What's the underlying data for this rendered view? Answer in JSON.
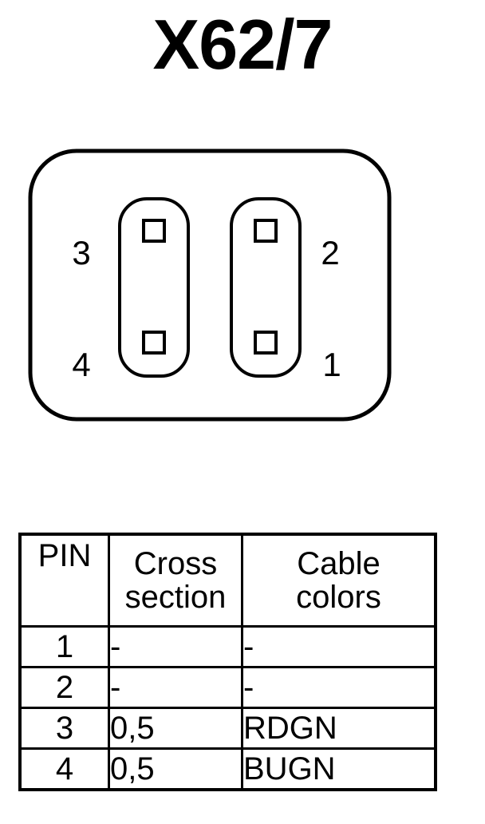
{
  "title": "X62/7",
  "connector": {
    "pin_labels": {
      "top_left": "3",
      "bottom_left": "4",
      "top_right": "2",
      "bottom_right": "1"
    }
  },
  "table": {
    "headers": {
      "pin": "PIN",
      "cross_section_line1": "Cross",
      "cross_section_line2": "section",
      "cable_colors_line1": "Cable",
      "cable_colors_line2": "colors"
    },
    "rows": [
      {
        "pin": "1",
        "cross_section": "-",
        "cable_color": "-"
      },
      {
        "pin": "2",
        "cross_section": "-",
        "cable_color": "-"
      },
      {
        "pin": "3",
        "cross_section": "0,5",
        "cable_color": "RDGN"
      },
      {
        "pin": "4",
        "cross_section": "0,5",
        "cable_color": "BUGN"
      }
    ]
  }
}
